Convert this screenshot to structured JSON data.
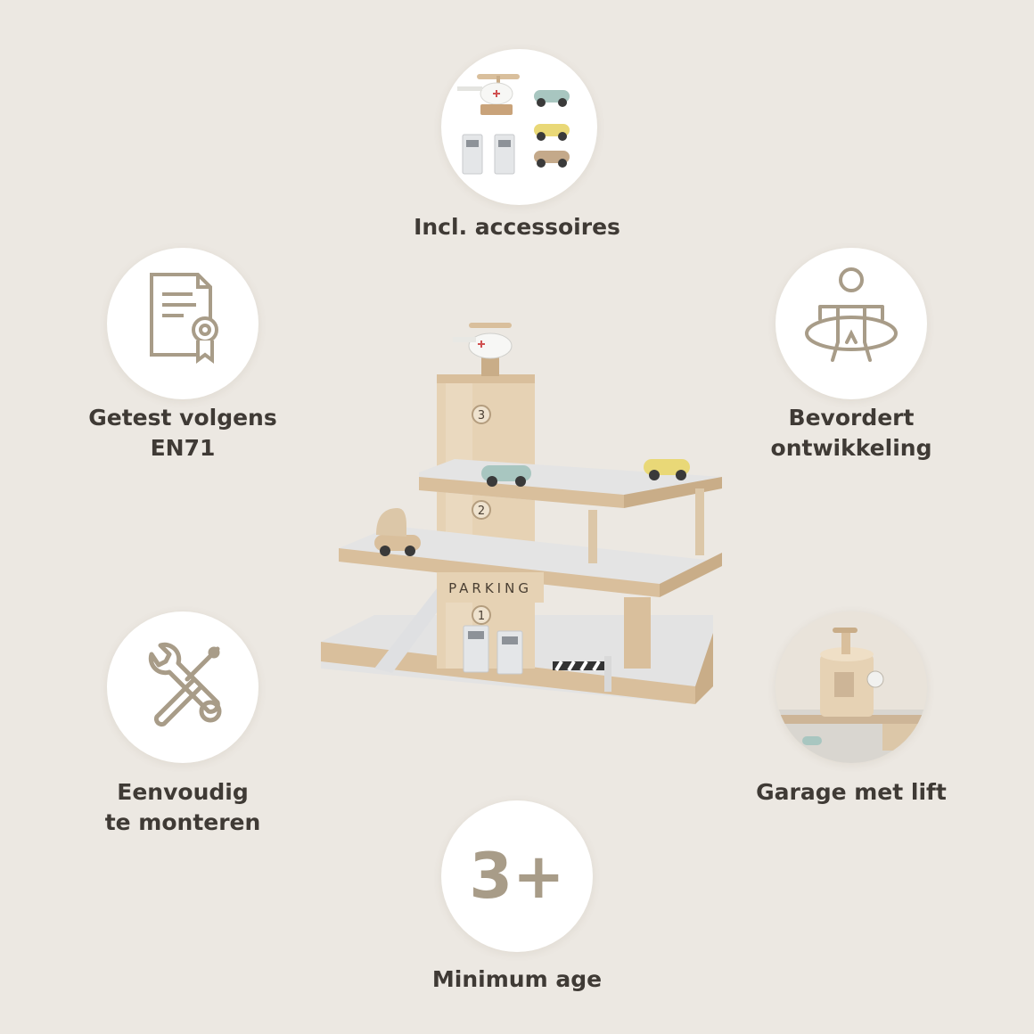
{
  "features": {
    "accessories": {
      "label": "Incl. accessoires",
      "icon": "accessories-photo"
    },
    "tested": {
      "label_line1": "Getest volgens",
      "label_line2": "EN71",
      "icon": "certificate-icon"
    },
    "development": {
      "label_line1": "Bevordert",
      "label_line2": "ontwikkeling",
      "icon": "child-development-icon"
    },
    "assembly": {
      "label_line1": "Eenvoudig",
      "label_line2": "te monteren",
      "icon": "tools-icon"
    },
    "lift": {
      "label": "Garage met lift",
      "icon": "lift-photo"
    },
    "age": {
      "value": "3+",
      "label": "Minimum age"
    }
  },
  "product": {
    "sign": "PARKING",
    "levels": [
      "3",
      "2",
      "1"
    ]
  },
  "colors": {
    "background": "#ece8e2",
    "icon": "#a89c88",
    "wood": "#d9bf9c",
    "label": "#3f3a35"
  }
}
